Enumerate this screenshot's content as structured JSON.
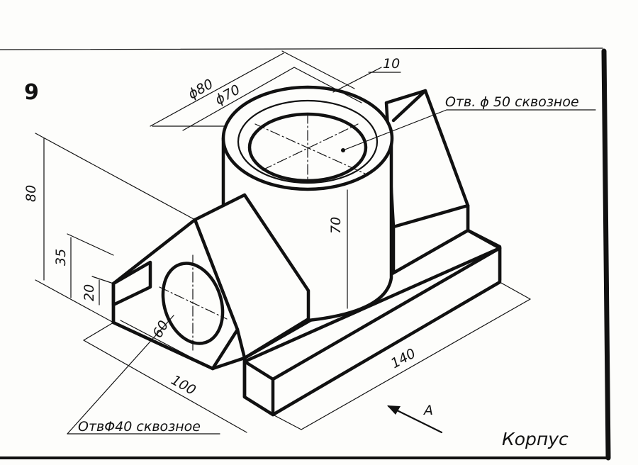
{
  "drawing": {
    "number": "9",
    "title": "Корпус",
    "view_label": "A",
    "dimensions": {
      "d80": "ϕ80",
      "d70": "ϕ70",
      "t10": "10",
      "h80": "80",
      "h35": "35",
      "h20": "20",
      "h70": "70",
      "w60": "60",
      "w100": "100",
      "l140": "140"
    },
    "notes": {
      "hole50": "Отв. ϕ 50 сквозное",
      "hole40": "ОтвΦ40 сквозное"
    }
  }
}
